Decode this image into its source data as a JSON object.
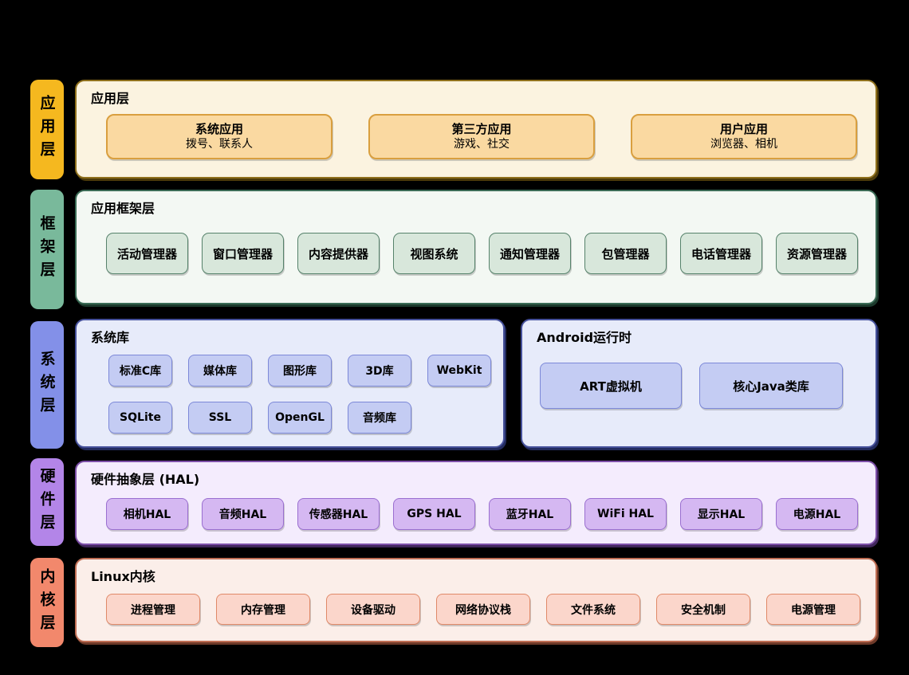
{
  "diagram_title": "Android system architecture layers",
  "colors": {
    "background": "#000000",
    "tab_app": "#F5B81F",
    "tab_framework": "#79B99B",
    "tab_system": "#8390E8",
    "tab_hardware": "#B385E8",
    "tab_kernel": "#F2886C",
    "panel_app_bg": "#FBF3E0",
    "panel_framework_bg": "#F3F8F3",
    "panel_system_bg": "#E7EBFA",
    "panel_hal_bg": "#F4ECFD",
    "panel_kernel_bg": "#FBEEE9"
  },
  "tabs": [
    {
      "label": "应用层"
    },
    {
      "label": "框架层"
    },
    {
      "label": "系统层"
    },
    {
      "label": "硬件层"
    },
    {
      "label": "内核层"
    }
  ],
  "layers": {
    "app": {
      "title": "应用层",
      "boxes": [
        {
          "title": "系统应用",
          "subtitle": "拨号、联系人"
        },
        {
          "title": "第三方应用",
          "subtitle": "游戏、社交"
        },
        {
          "title": "用户应用",
          "subtitle": "浏览器、相机"
        }
      ]
    },
    "framework": {
      "title": "应用框架层",
      "boxes": [
        "活动管理器",
        "窗口管理器",
        "内容提供器",
        "视图系统",
        "通知管理器",
        "包管理器",
        "电话管理器",
        "资源管理器"
      ]
    },
    "syslib": {
      "title": "系统库",
      "row1": [
        "标准C库",
        "媒体库",
        "图形库",
        "3D库",
        "WebKit"
      ],
      "row2": [
        "SQLite",
        "SSL",
        "OpenGL",
        "音频库"
      ]
    },
    "runtime": {
      "title": "Android运行时",
      "boxes": [
        "ART虚拟机",
        "核心Java类库"
      ]
    },
    "hal": {
      "title": "硬件抽象层 (HAL)",
      "boxes": [
        "相机HAL",
        "音频HAL",
        "传感器HAL",
        "GPS HAL",
        "蓝牙HAL",
        "WiFi HAL",
        "显示HAL",
        "电源HAL"
      ]
    },
    "kernel": {
      "title": "Linux内核",
      "boxes": [
        "进程管理",
        "内存管理",
        "设备驱动",
        "网络协议栈",
        "文件系统",
        "安全机制",
        "电源管理"
      ]
    }
  }
}
